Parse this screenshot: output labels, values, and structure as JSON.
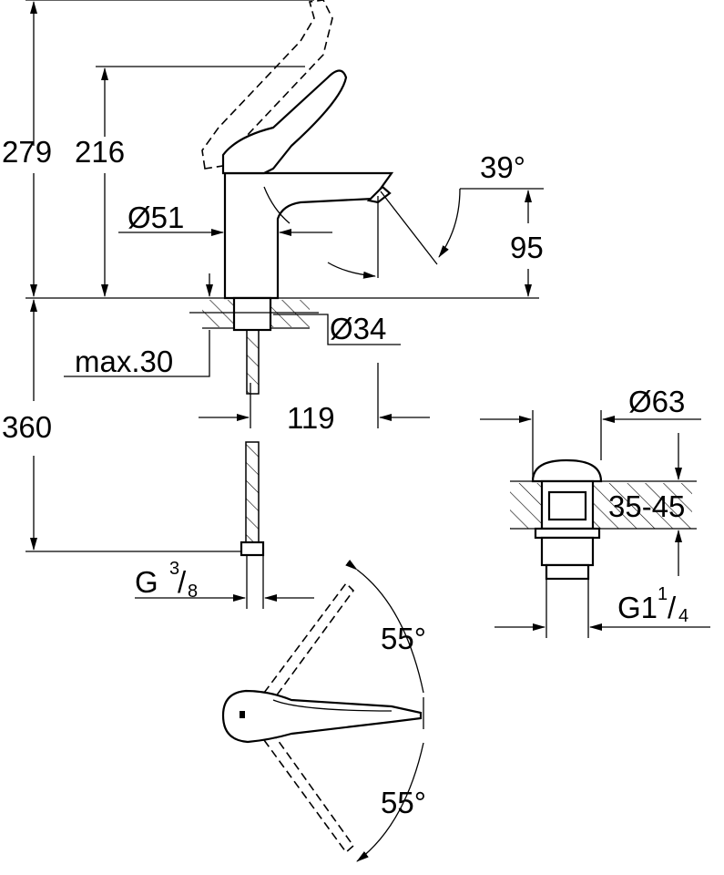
{
  "drawing": {
    "dimensions": {
      "total_height": "279",
      "handle_height": "216",
      "spout_angle": "39°",
      "body_diameter": "Ø51",
      "spout_height": "95",
      "hole_diameter": "Ø34",
      "max_deck": "max.30",
      "hose_length": "360",
      "spout_reach": "119",
      "waste_diameter": "Ø63",
      "waste_deck": "35-45",
      "hose_thread_prefix": "G",
      "hose_thread_num": "3",
      "hose_thread_den": "8",
      "waste_thread_prefix": "G1",
      "waste_thread_num": "1",
      "waste_thread_den": "4",
      "lever_angle_left": "55°",
      "lever_angle_right": "55°"
    }
  }
}
